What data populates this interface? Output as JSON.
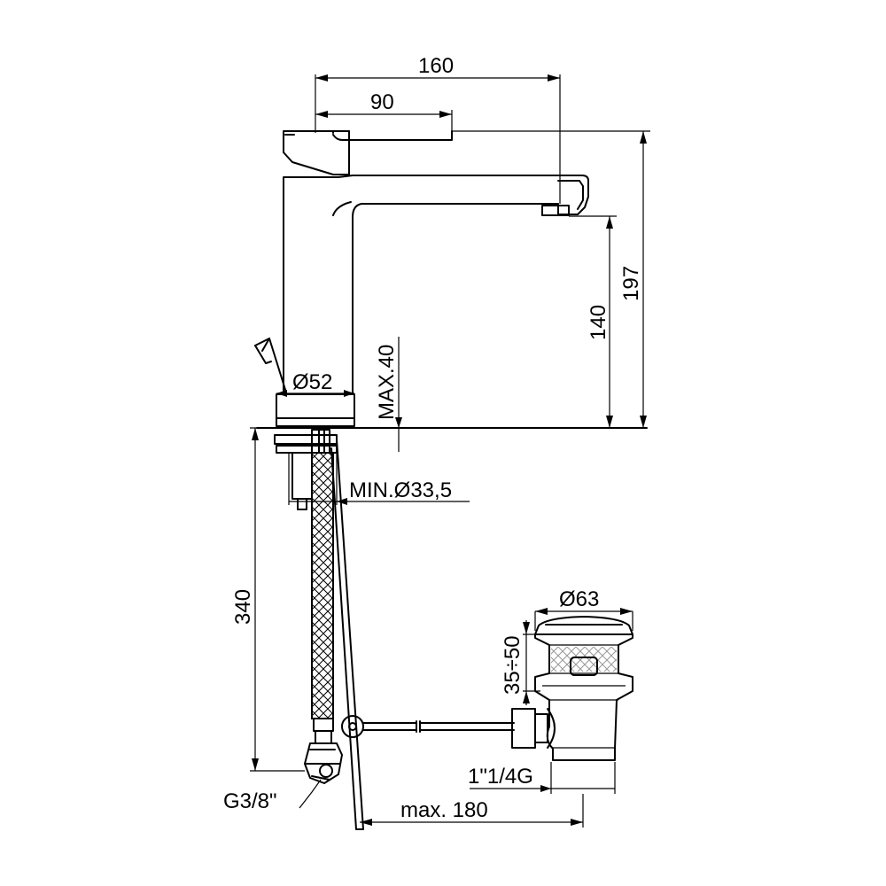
{
  "drawing": {
    "dimensions": {
      "spout_reach": "160",
      "handle_length": "90",
      "total_height": "197",
      "spout_height": "140",
      "base_diameter": "Ø52",
      "max_deck_thickness": "MAX.40",
      "min_hole_diameter": "MIN.Ø33,5",
      "hose_length": "340",
      "drain_diameter": "Ø63",
      "drain_range": "35÷50",
      "drain_thread": "1\"1/4G",
      "hose_thread": "G3/8\"",
      "rod_length": "max. 180"
    }
  }
}
